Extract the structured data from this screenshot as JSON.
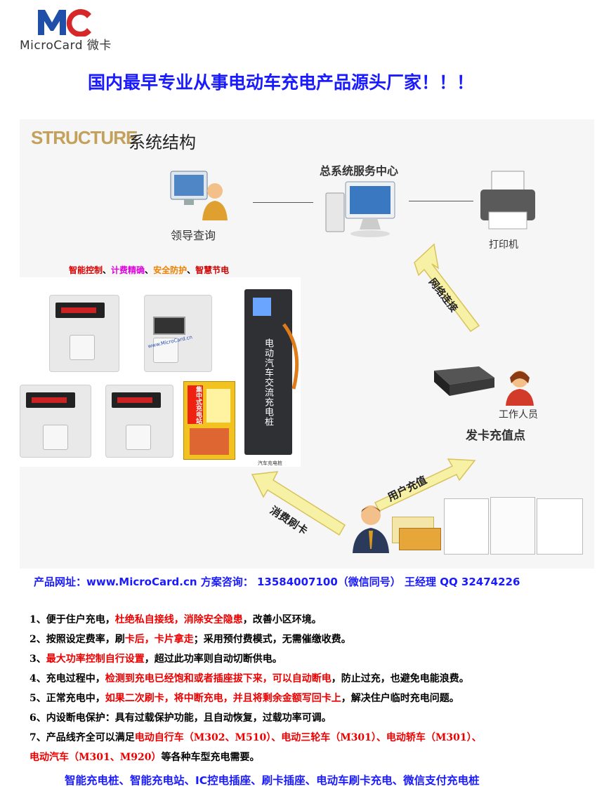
{
  "logo": {
    "mark": "MC",
    "text": "MicroCard 微卡"
  },
  "headline": "国内最早专业从事电动车充电产品源头厂家！！！",
  "structure": {
    "title_en": "STRUCTURE",
    "title_cn": "系统结构",
    "nodes": {
      "leader": "领导查询",
      "center": "总系统服务中心",
      "printer": "打印机",
      "staff": "工作人员",
      "card_point": "发卡充值点"
    },
    "arrows": {
      "network": "网络连接",
      "user_recharge": "用户充值",
      "consume": "消费刷卡"
    },
    "features_line": [
      "智能控制",
      "、",
      "计费精确",
      "、",
      "安全防护",
      "、",
      "智慧节电"
    ],
    "feature_colors": [
      "#e00000",
      "#000000",
      "#e000e0",
      "#000000",
      "#f08000",
      "#000000",
      "#d00000"
    ],
    "pile_text": "电动汽车交流充电桩",
    "pile_caption": "汽车充电桩",
    "device_panel": {
      "cn": "集中式充电站"
    },
    "device_watermark": "www.MicroCard.cn"
  },
  "info_line": "产品网址：www.MicroCard.cn   方案咨询： 13584007100（微信同号） 王经理 QQ 32474226",
  "features": [
    {
      "parts": [
        {
          "t": "1、便于住户充电，",
          "c": 0
        },
        {
          "t": "杜绝私自接线，消除安全隐患",
          "c": 1
        },
        {
          "t": "，改善小区环境。",
          "c": 0
        }
      ]
    },
    {
      "parts": [
        {
          "t": "2、按照设定费率，刷",
          "c": 0
        },
        {
          "t": "卡后，卡片拿走",
          "c": 1
        },
        {
          "t": "；采用预付费模式，无需催缴收费。",
          "c": 0
        }
      ]
    },
    {
      "parts": [
        {
          "t": "3、",
          "c": 0
        },
        {
          "t": "最大功率控制自行设置",
          "c": 1
        },
        {
          "t": "，超过此功率则自动切断供电。",
          "c": 0
        }
      ]
    },
    {
      "parts": [
        {
          "t": "4、充电过程中，",
          "c": 0
        },
        {
          "t": "检测到充电已经饱和或者插座拔下来，可以自动断电",
          "c": 1
        },
        {
          "t": "，防止过充，也避免电能浪费。",
          "c": 0
        }
      ]
    },
    {
      "parts": [
        {
          "t": "5、正常充电中，",
          "c": 0
        },
        {
          "t": "如果二次刷卡，将中断充电，并且将剩余金额写回卡上",
          "c": 1
        },
        {
          "t": "，解决住户临时充电问题。",
          "c": 0
        }
      ]
    },
    {
      "parts": [
        {
          "t": "6、内设断电保护：具有过载保护功能，且自动恢复，过载功率可调。",
          "c": 0
        }
      ]
    },
    {
      "parts": [
        {
          "t": "7、产品线齐全可以满足",
          "c": 0
        },
        {
          "t": "电动自行车（M302、M510）、电动三轮车（M301）、电动轿车（M301）、",
          "c": 1
        }
      ]
    },
    {
      "parts": [
        {
          "t": "   ",
          "c": 0
        },
        {
          "t": "电动汽车（M301、M920）",
          "c": 1
        },
        {
          "t": "等各种车型充电需要。",
          "c": 0
        }
      ]
    }
  ],
  "footer": "智能充电桩、智能充电站、IC控电插座、刷卡插座、电动车刷卡充电、微信支付充电桩"
}
